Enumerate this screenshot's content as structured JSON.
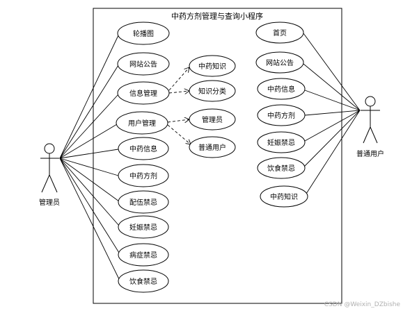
{
  "system": {
    "title": "中药方剂管理与查询小程序"
  },
  "actors": {
    "admin": {
      "label": "管理员"
    },
    "user": {
      "label": "普通用户"
    }
  },
  "admin_use_cases": [
    {
      "id": "carousel",
      "label": "轮播图"
    },
    {
      "id": "site_notice",
      "label": "网站公告"
    },
    {
      "id": "info_mgmt",
      "label": "信息管理"
    },
    {
      "id": "user_mgmt",
      "label": "用户管理"
    },
    {
      "id": "herb_info",
      "label": "中药信息"
    },
    {
      "id": "herb_formula",
      "label": "中药方剂"
    },
    {
      "id": "compat_taboo",
      "label": "配伍禁忌"
    },
    {
      "id": "pregnancy_taboo",
      "label": "妊娠禁忌"
    },
    {
      "id": "disease_taboo",
      "label": "病症禁忌"
    },
    {
      "id": "diet_taboo",
      "label": "饮食禁忌"
    }
  ],
  "sub_use_cases": [
    {
      "id": "herb_knowledge",
      "label": "中药知识",
      "parent": "info_mgmt"
    },
    {
      "id": "knowledge_cat",
      "label": "知识分类",
      "parent": "info_mgmt"
    },
    {
      "id": "admin_role",
      "label": "管理员",
      "parent": "user_mgmt"
    },
    {
      "id": "normal_user",
      "label": "普通用户",
      "parent": "user_mgmt"
    }
  ],
  "user_use_cases": [
    {
      "id": "home",
      "label": "首页"
    },
    {
      "id": "u_site_notice",
      "label": "网站公告"
    },
    {
      "id": "u_herb_info",
      "label": "中药信息"
    },
    {
      "id": "u_herb_formula",
      "label": "中药方剂"
    },
    {
      "id": "u_pregnancy_taboo",
      "label": "妊娠禁忌"
    },
    {
      "id": "u_diet_taboo",
      "label": "饮食禁忌"
    },
    {
      "id": "u_herb_knowledge",
      "label": "中药知识"
    }
  ],
  "watermark": "CSDN @Weixin_DZbishe",
  "colors": {
    "line": "#000000",
    "background": "#ffffff",
    "watermark": "#b0b0b0"
  }
}
